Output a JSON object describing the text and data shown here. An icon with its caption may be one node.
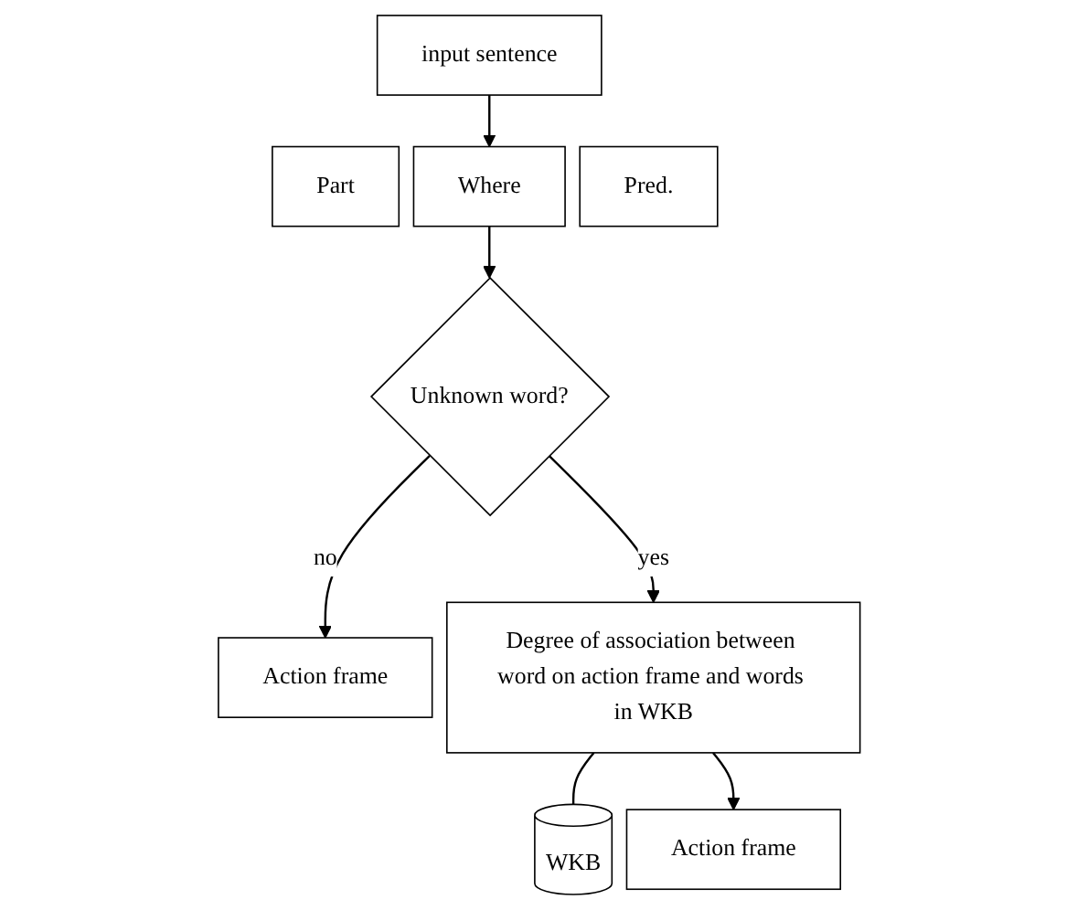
{
  "diagram": {
    "nodes": [
      {
        "text": [
          "input sentence"
        ]
      },
      {
        "text": [
          "Part"
        ]
      },
      {
        "text": [
          "Where"
        ]
      },
      {
        "text": [
          "Pred."
        ]
      },
      {
        "text": [
          "Unknown word?"
        ]
      },
      {
        "text": [
          "Action frame"
        ]
      },
      {
        "text": [
          "Degree of association between word on action frame and words in WKB"
        ]
      },
      {
        "text": [
          "WKB"
        ]
      },
      {
        "text": [
          "Action frame"
        ]
      }
    ],
    "edges": [
      {
        "from": 0,
        "to": 2,
        "arrow": "to"
      },
      {
        "from": 2,
        "to": 4,
        "arrow": "to"
      },
      {
        "from": 4,
        "to": 5,
        "label": "no",
        "arrow": "to"
      },
      {
        "from": 4,
        "to": 6,
        "label": "yes",
        "arrow": "to"
      },
      {
        "from": 6,
        "to": 7,
        "arrow": "none"
      },
      {
        "from": 6,
        "to": 8,
        "arrow": "to"
      }
    ]
  }
}
